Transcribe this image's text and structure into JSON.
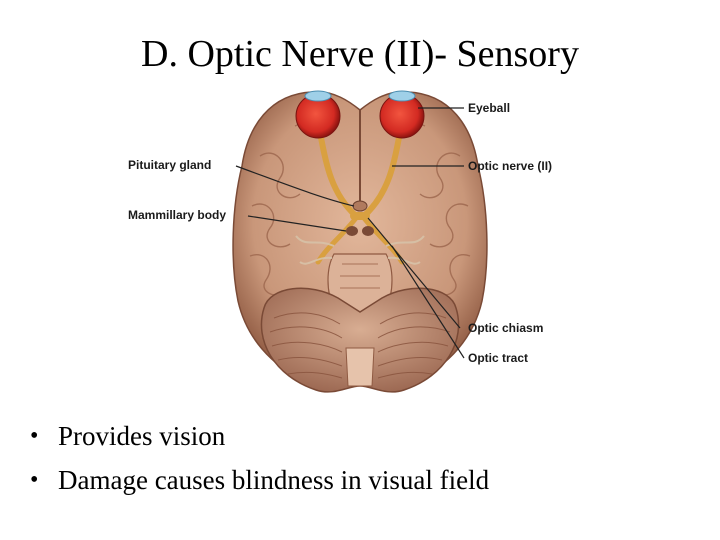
{
  "slide": {
    "title": "D.  Optic Nerve (II)- Sensory"
  },
  "figure": {
    "labels": {
      "eyeball": "Eyeball",
      "optic_nerve": "Optic nerve (II)",
      "pituitary_gland": "Pituitary gland",
      "mammillary_body": "Mammillary body",
      "optic_chiasm": "Optic chiasm",
      "optic_tract": "Optic tract"
    },
    "colors": {
      "brain": "#c9977a",
      "brain_dark": "#8f5a42",
      "eye": "#d9302a",
      "nerve": "#d9a040",
      "leader": "#222222"
    }
  },
  "bullets": [
    "Provides vision",
    "Damage causes blindness in visual field"
  ]
}
